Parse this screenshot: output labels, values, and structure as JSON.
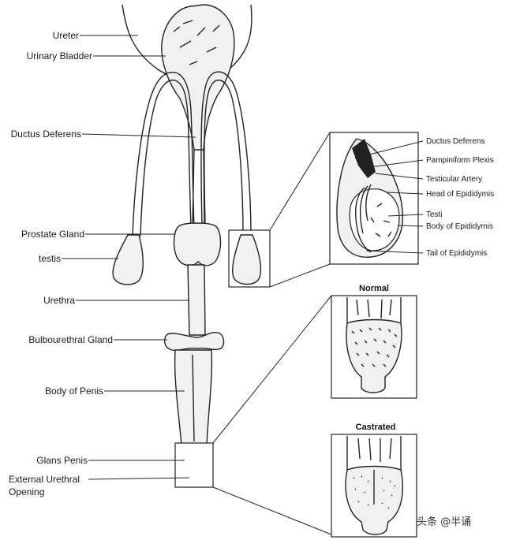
{
  "labels": {
    "ureter": "Ureter",
    "urinary_bladder": "Urinary Bladder",
    "ductus_deferens": "Ductus Deferens",
    "prostate_gland": "Prostate Gland",
    "testis": "testis",
    "urethra": "Urethra",
    "bulbourethral_gland": "Bulbourethral Gland",
    "body_of_penis": "Body of Penis",
    "glans_penis": "Glans Penis",
    "external_urethral_opening_1": "External Urethral",
    "external_urethral_opening_2": "Opening"
  },
  "inset_testis": {
    "ductus_deferens": "Ductus Deferens",
    "pampiniform_plexis": "Pampiniform Plexis",
    "testicular_artery": "Testicular Artery",
    "head_of_epididymis": "Head of Epididymis",
    "testi": "Testi",
    "body_of_epididymis": "Body of Epididymis",
    "tail_of_epididymis": "Tail of Epididymis"
  },
  "inset_normal": {
    "title": "Normal"
  },
  "inset_castrated": {
    "title": "Castrated"
  },
  "watermark": "头条 @半诵",
  "colors": {
    "ink": "#222222",
    "tissue": "#f1f1f1",
    "background": "#ffffff"
  }
}
